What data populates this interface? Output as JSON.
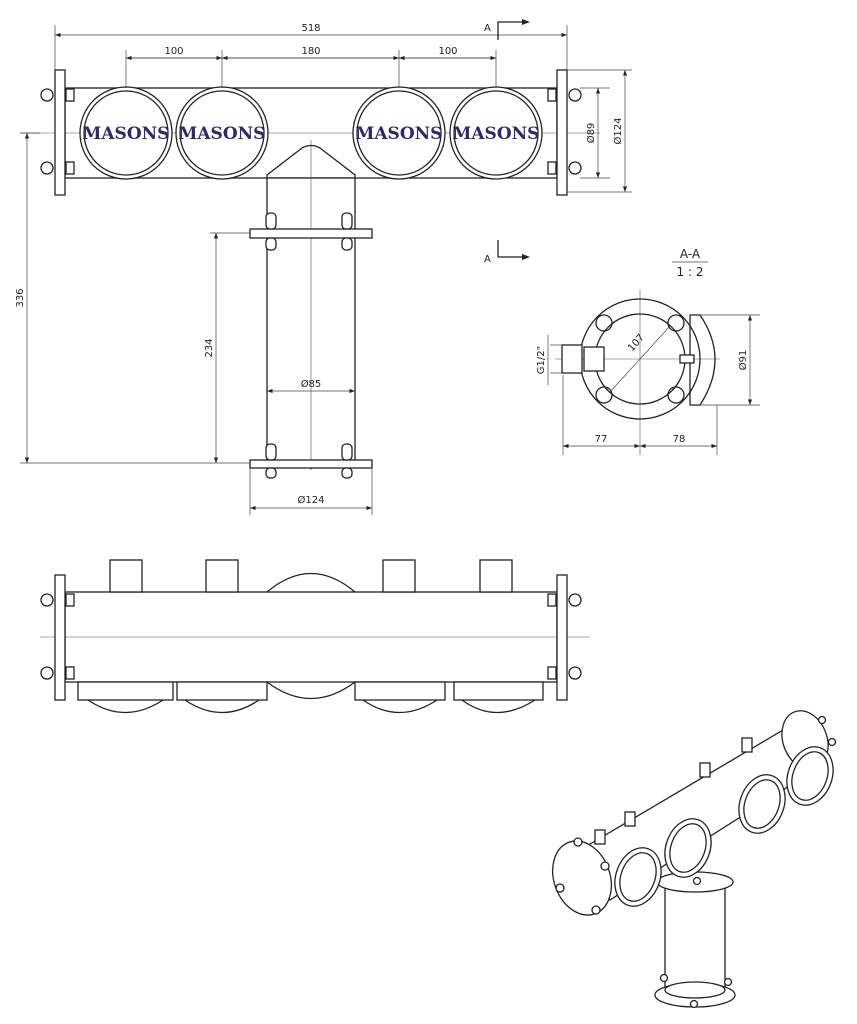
{
  "drawing": {
    "logo_text": "MASONS",
    "logo_color": "#2a2a6e",
    "top_view": {
      "dims": {
        "overall_length": "518",
        "spacing_left": "100",
        "spacing_center": "180",
        "spacing_right": "100",
        "height_total": "336",
        "column_height": "234",
        "column_diameter": "Ø85",
        "base_diameter": "Ø124",
        "tap_diameter": "Ø89",
        "flange_diameter": "Ø124"
      },
      "section_mark": "A"
    },
    "section": {
      "title": "A-A",
      "scale": "1 : 2",
      "dims": {
        "thread": "G1/2\"",
        "diagonal": "107",
        "cap_diameter": "Ø91",
        "left": "77",
        "right": "78"
      }
    }
  }
}
